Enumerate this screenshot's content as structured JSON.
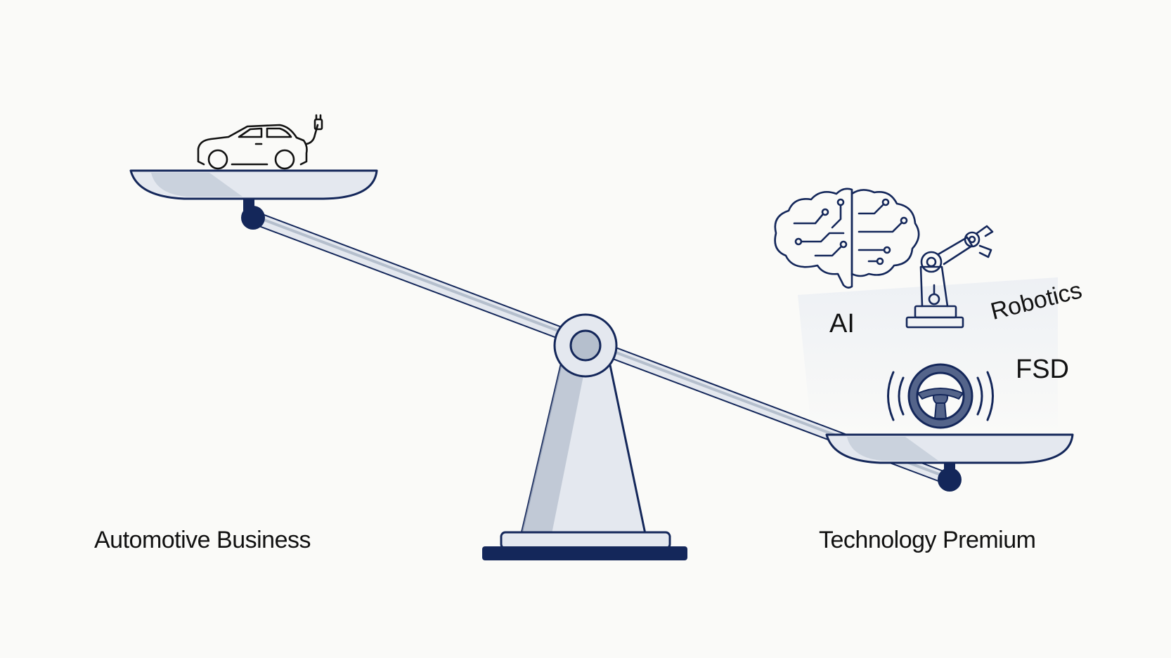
{
  "labels": {
    "left_side": "Automotive Business",
    "right_side": "Technology Premium",
    "ai": "AI",
    "robotics": "Robotics",
    "fsd": "FSD"
  },
  "icons": {
    "left_pan": [
      "electric-car-icon"
    ],
    "right_cluster": [
      "brain-circuit-icon",
      "robotic-arm-icon",
      "steering-wheel-icon"
    ]
  },
  "colors": {
    "outline": "#14275a",
    "fill": "#e4e8ef",
    "shade": "#b5bfcd",
    "background": "#fafaf8",
    "text": "#111111"
  }
}
